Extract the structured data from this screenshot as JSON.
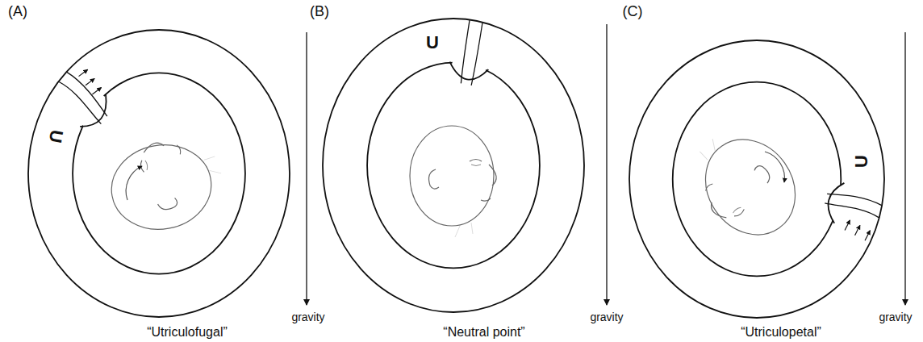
{
  "diagram": {
    "labels": [
      "(A)",
      "(B)",
      "(C)",
      "U",
      "U",
      "U",
      "gravity",
      "gravity",
      "gravity",
      "“Utriculofugal”",
      "“Neutral point”",
      "“Utriculopetal”"
    ]
  }
}
